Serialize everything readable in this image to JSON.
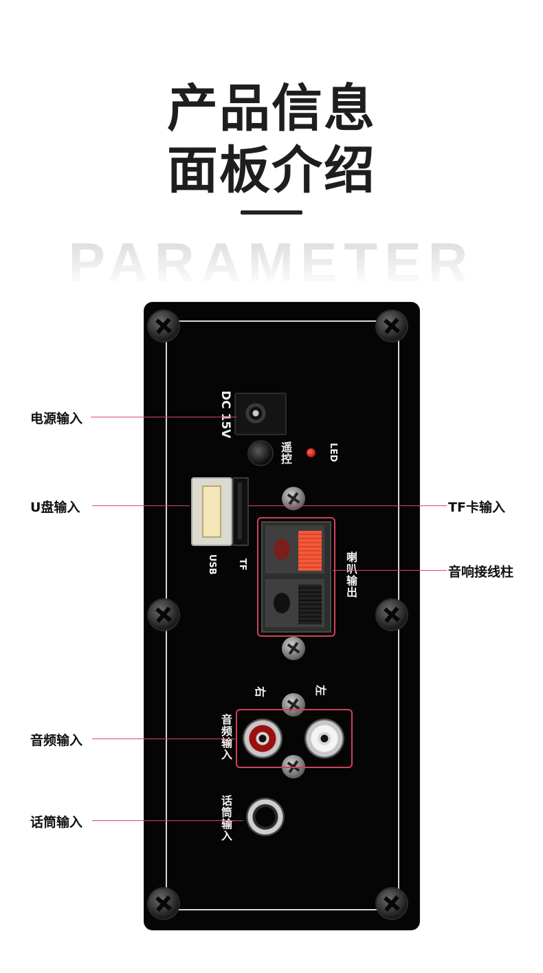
{
  "header": {
    "title_line1": "产品信息",
    "title_line2": "面板介绍",
    "watermark": "PARAMETER"
  },
  "panel": {
    "labels": {
      "dc": "DC 15V",
      "remote": "遥控",
      "led": "LED",
      "usb": "USB",
      "tf": "TF",
      "speaker_out": "喇叭输出",
      "right": "右",
      "left": "左",
      "audio_in": "音频输入",
      "mic_in": "话筒输入"
    }
  },
  "callouts": {
    "power_in": "电源输入",
    "usb_in": "U盘输入",
    "tf_in": "TF卡输入",
    "speaker_terminal": "音响接线柱",
    "audio_in": "音频输入",
    "mic_in": "话筒输入"
  },
  "colors": {
    "accent": "#d4405c",
    "panel": "#050505"
  }
}
